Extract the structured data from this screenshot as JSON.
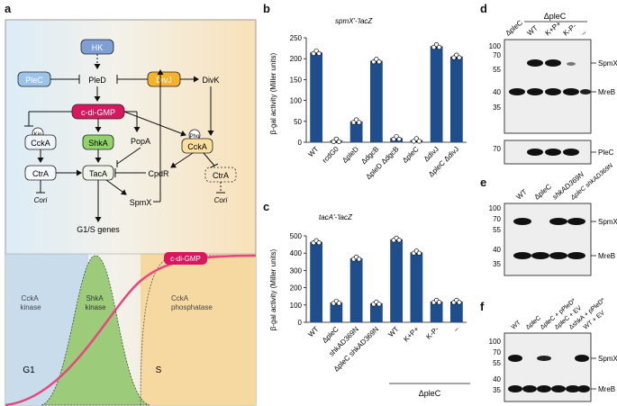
{
  "panels": {
    "a": "a",
    "b": "b",
    "c": "c",
    "d": "d",
    "e": "e",
    "f": "f"
  },
  "diagram": {
    "nodes": {
      "hk": "HK",
      "plec": "PleC",
      "pled": "PleD",
      "divj": "DivJ",
      "divk": "DivK",
      "cdigmp": "c-di-GMP",
      "ccka_left": "CckA",
      "kin": "Kin",
      "shka": "ShkA",
      "popa": "PopA",
      "ccka_right": "CckA",
      "pho": "Pho",
      "ctra_left": "CtrA",
      "taca": "TacA",
      "cpdr": "CpdR",
      "ctra_right": "CtrA",
      "cori_left": "Cori",
      "cori_right": "Cori",
      "spmx": "SpmX",
      "g1s": "G1/S genes"
    },
    "timeline": {
      "cdigmp": "c-di-GMP",
      "ccka_kinase": [
        "CckA",
        "kinase"
      ],
      "shka_kinase": [
        "ShkA",
        "kinase"
      ],
      "ccka_phosphatase": [
        "CckA",
        "phosphatase"
      ],
      "g1": "G1",
      "s": "S"
    },
    "colors": {
      "hk": "#7f9fd4",
      "plec": "#9cc4ea",
      "divj": "#f6b22b",
      "cdigmp": "#d7185f",
      "shka": "#8fd36a",
      "ccka_right": "#fbdf9e",
      "curve_pink": "#e8457e",
      "bg_left": "#dcecf7",
      "bg_right": "#f8e1b8"
    }
  },
  "chart_b": {
    "title": "spmX'-'lacZ",
    "ylabel": "β-gal activity (Miller units)",
    "yticks": [
      "0",
      "50",
      "100",
      "150",
      "200",
      "250"
    ]
  },
  "chart_c": {
    "title": "tacA'-'lacZ",
    "ylabel": "β-gal activity (Miller units)",
    "yticks": [
      "0",
      "100",
      "200",
      "300",
      "400",
      "500"
    ],
    "group_label": "ΔpleC"
  },
  "chart_data": [
    {
      "type": "bar",
      "title": "spmX'-'lacZ",
      "ylabel": "β-gal activity (Miller units)",
      "ylim": [
        0,
        250
      ],
      "categories": [
        "WT",
        "rcdG0",
        "ΔpleD",
        "ΔdgcB",
        "ΔpleD ΔdgcB",
        "ΔpleC",
        "ΔdivJ",
        "ΔpleC ΔdivJ"
      ],
      "values": [
        215,
        4,
        50,
        195,
        10,
        5,
        230,
        205
      ],
      "color": "#1f4e8c"
    },
    {
      "type": "bar",
      "title": "tacA'-'lacZ",
      "ylabel": "β-gal activity (Miller units)",
      "ylim": [
        0,
        500
      ],
      "categories": [
        "WT",
        "ΔpleC",
        "shkAD369N",
        "ΔpleC shkAD369N",
        "WT",
        "K+P+",
        "K-P-",
        "–"
      ],
      "values": [
        465,
        115,
        370,
        110,
        480,
        405,
        120,
        120
      ],
      "color": "#1f4e8c"
    }
  ],
  "blot_d": {
    "lanes": [
      "ΔpleC",
      "WT",
      "K+P+",
      "K-P-",
      "–"
    ],
    "group_label": "ΔpleC",
    "markers": [
      "100",
      "70",
      "55",
      "40",
      "35"
    ],
    "markers_bottom": [
      "70"
    ],
    "band_labels": [
      "SpmX",
      "MreB",
      "PleC"
    ]
  },
  "blot_e": {
    "lanes": [
      "WT",
      "ΔpleC",
      "shkAD369N",
      "ΔpleC shkAD369N"
    ],
    "markers": [
      "100",
      "70",
      "55",
      "40",
      "35"
    ],
    "band_labels": [
      "SpmX",
      "MreB"
    ]
  },
  "blot_f": {
    "lanes": [
      "WT",
      "ΔpleC",
      "ΔpleC + pPleD*",
      "ΔpleC + EV",
      "ΔshkA + pPleD*",
      "WT + EV"
    ],
    "markers": [
      "100",
      "70",
      "55",
      "40",
      "35"
    ],
    "band_labels": [
      "SpmX",
      "MreB"
    ]
  }
}
